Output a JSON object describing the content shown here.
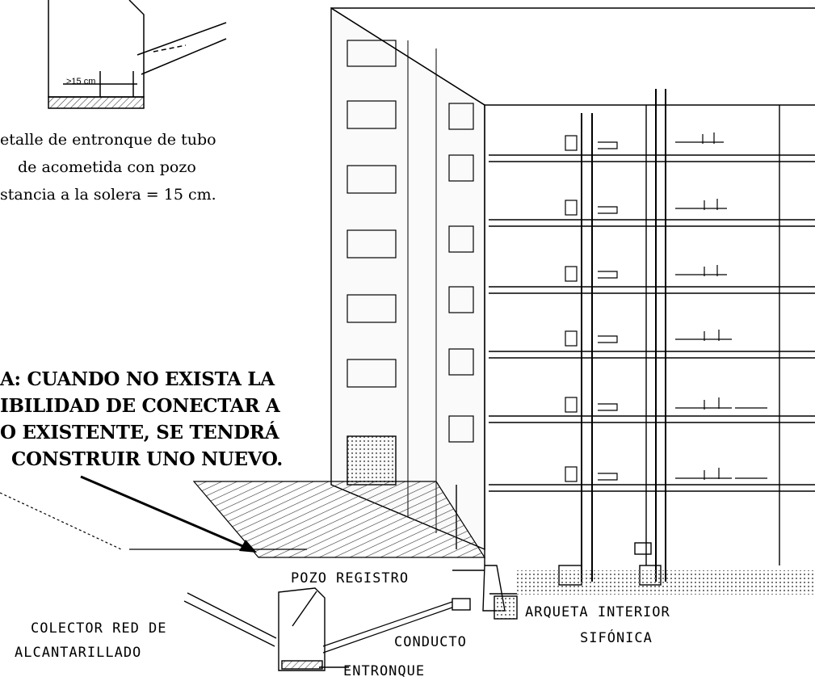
{
  "detail": {
    "dimension": ">15 cm",
    "caption": [
      "etalle de entronque de tubo",
      "de acometida con pozo",
      "stancia a la solera = 15 cm."
    ]
  },
  "note": [
    "A: CUANDO NO EXISTA LA",
    "IBILIDAD DE CONECTAR A",
    "O EXISTENTE, SE TENDRÁ",
    "CONSTRUIR UNO NUEVO."
  ],
  "labels": {
    "pozo_registro": "POZO REGISTRO",
    "colector_line1": "COLECTOR RED DE",
    "colector_line2": "ALCANTARILLADO",
    "conducto": "CONDUCTO",
    "entronque": "ENTRONQUE",
    "arqueta_line1": "ARQUETA INTERIOR",
    "arqueta_line2": "SIFÓNICA"
  },
  "colors": {
    "ink": "#000000",
    "paper": "#ffffff",
    "hatch": "#555555"
  }
}
